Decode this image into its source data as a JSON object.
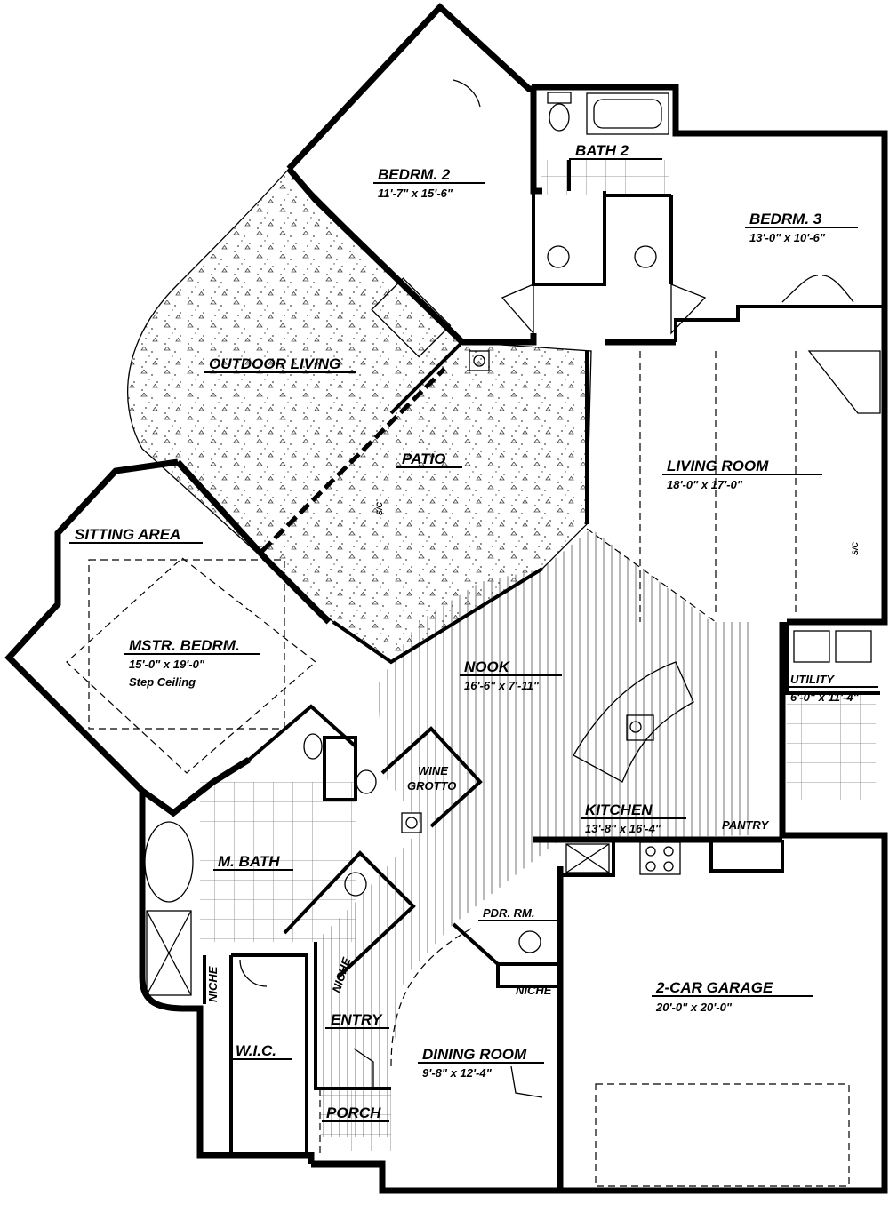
{
  "colors": {
    "line": "#000000",
    "background": "#ffffff",
    "floor_hatch": "#555555"
  },
  "rooms": {
    "bedroom2": {
      "name": "BEDRM. 2",
      "dims": "11'-7\" x 15'-6\""
    },
    "bath2": {
      "name": "BATH 2"
    },
    "bedroom3": {
      "name": "BEDRM. 3",
      "dims": "13'-0\" x 10'-6\""
    },
    "outdoor": {
      "name": "OUTDOOR LIVING"
    },
    "patio": {
      "name": "PATIO"
    },
    "living": {
      "name": "LIVING ROOM",
      "dims": "18'-0\" x 17'-0\""
    },
    "sitting": {
      "name": "SITTING AREA"
    },
    "master": {
      "name": "MSTR. BEDRM.",
      "dims": "15'-0\" x 19'-0\"",
      "note": "Step Ceiling"
    },
    "nook": {
      "name": "NOOK",
      "dims": "16'-6\" x 7'-11\""
    },
    "utility": {
      "name": "UTILITY",
      "dims": "6'-0\" x 11'-4\""
    },
    "wine": {
      "line1": "WINE",
      "line2": "GROTTO"
    },
    "kitchen": {
      "name": "KITCHEN",
      "dims": "13'-8\" x 16'-4\""
    },
    "pantry": {
      "name": "PANTRY"
    },
    "mbath": {
      "name": "M. BATH"
    },
    "powder": {
      "name": "PDR. RM."
    },
    "niche": {
      "name": "NICHE"
    },
    "garage": {
      "name": "2-CAR GARAGE",
      "dims": "20'-0\" x 20'-0\""
    },
    "entry": {
      "name": "ENTRY"
    },
    "wic": {
      "name": "W.I.C."
    },
    "dining": {
      "name": "DINING ROOM",
      "dims": "9'-8\" x 12'-4\""
    },
    "porch": {
      "name": "PORCH"
    }
  },
  "marks": {
    "soffit": "S/C"
  }
}
